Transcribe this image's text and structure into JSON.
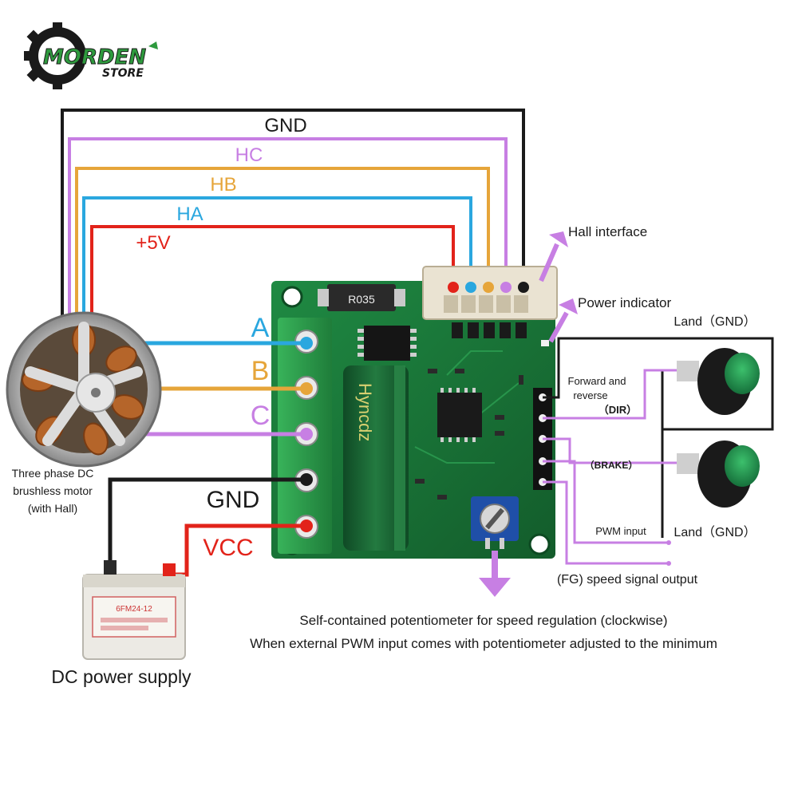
{
  "logo": {
    "brand_main": "MORDEN",
    "brand_sub": "STORE"
  },
  "wires": {
    "gnd": "GND",
    "hc": "HC",
    "hb": "HB",
    "ha": "HA",
    "v5": "+5V"
  },
  "phases": {
    "a": "A",
    "b": "B",
    "c": "C"
  },
  "power_wires": {
    "gnd": "GND",
    "vcc": "VCC"
  },
  "callouts": {
    "hall_interface": "Hall interface",
    "power_indicator": "Power indicator",
    "land_gnd_top": "Land（GND）",
    "land_gnd_bottom": "Land（GND）",
    "forward_reverse_1": "Forward and",
    "forward_reverse_2": "reverse",
    "dir": "（DIR）",
    "brake": "（BRAKE）",
    "pwm_input": "PWM input",
    "fg_output": "(FG) speed signal output"
  },
  "motor": {
    "line1": "Three phase DC",
    "line2": "brushless motor",
    "line3": "(with Hall)"
  },
  "board": {
    "resistor_code": "R035",
    "capacitor_text": "Hyncdz"
  },
  "battery": {
    "caption": "DC power supply",
    "model": "6FM24-12"
  },
  "notes": {
    "line1": "Self-contained potentiometer for speed regulation (clockwise)",
    "line2": "When external PWM input comes with potentiometer adjusted to the minimum"
  },
  "colors": {
    "gnd": "#1a1a1a",
    "hc": "#c77fe3",
    "hb": "#e6a53a",
    "ha": "#2aa7df",
    "v5": "#e2231a",
    "board_green": "#1c7a3a",
    "terminal_green": "#2d9c4a",
    "button_green": "#1f8f4e"
  }
}
